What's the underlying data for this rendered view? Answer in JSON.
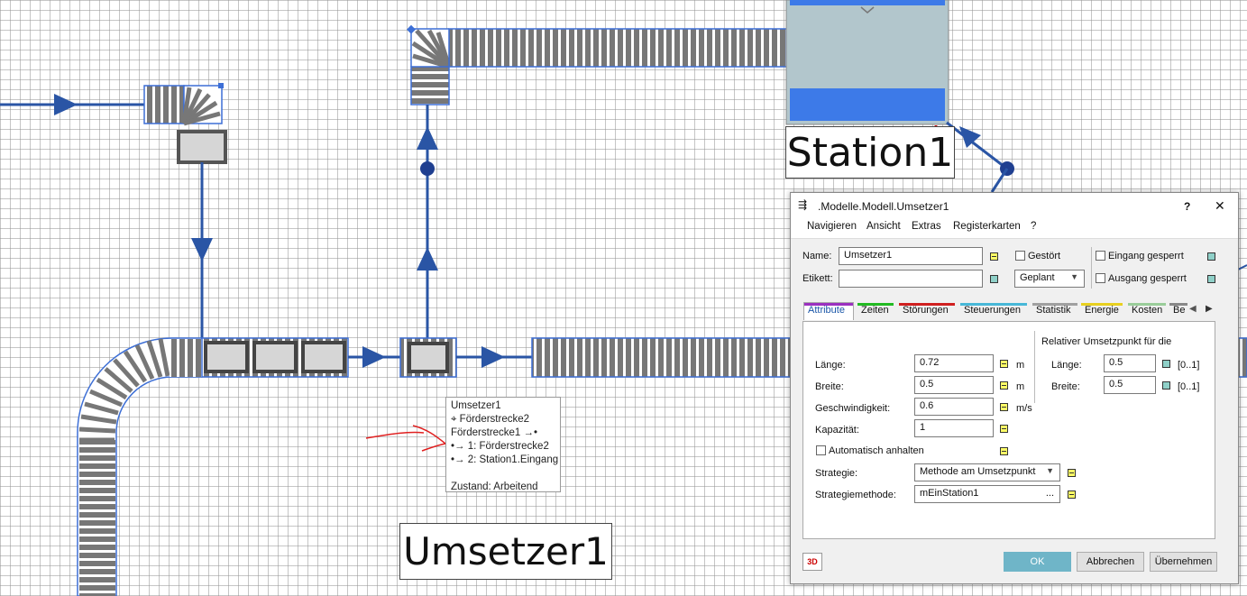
{
  "model": {
    "station_label": "Station1",
    "umsetzer_label": "Umsetzer1"
  },
  "tooltip": {
    "line1": "Umsetzer1",
    "line2": "⌖ Förderstrecke2",
    "line3": "Förderstrecke1 →•",
    "line4": "•→ 1: Förderstrecke2",
    "line5": "•→ 2: Station1.Eingang",
    "line6": "",
    "line7": "Zustand: Arbeitend"
  },
  "dialog": {
    "title_icon": "dialog-icon",
    "title": ".Modelle.Modell.Umsetzer1",
    "help": "?",
    "close": "✕",
    "menu": [
      "Navigieren",
      "Ansicht",
      "Extras",
      "Registerkarten",
      "?"
    ],
    "name_label": "Name:",
    "name_value": "Umsetzer1",
    "etikett_label": "Etikett:",
    "etikett_value": "",
    "gestoert": "Gestört",
    "geplant": "Geplant",
    "eingang_gesperrt": "Eingang gesperrt",
    "ausgang_gesperrt": "Ausgang gesperrt",
    "tabs": [
      "Attribute",
      "Zeiten",
      "Störungen",
      "Steuerungen",
      "Statistik",
      "Energie",
      "Kosten",
      "Be"
    ],
    "tab_colors": [
      "#9b30c0",
      "#22bb22",
      "#d02020",
      "#48b8d8",
      "#a0a0a0",
      "#e8d020",
      "#9acd9a",
      "#888888"
    ],
    "relativ_heading": "Relativer Umsetzpunkt für die",
    "laenge_label": "Länge:",
    "laenge_value": "0.72",
    "laenge_unit": "m",
    "breite_label": "Breite:",
    "breite_value": "0.5",
    "breite_unit": "m",
    "geschw_label": "Geschwindigkeit:",
    "geschw_value": "0.6",
    "geschw_unit": "m/s",
    "kap_label": "Kapazität:",
    "kap_value": "1",
    "auto_label": "Automatisch anhalten",
    "rel_laenge_label": "Länge:",
    "rel_laenge_value": "0.5",
    "rel_breite_label": "Breite:",
    "rel_breite_value": "0.5",
    "range": "[0..1]",
    "strategie_label": "Strategie:",
    "strategie_value": "Methode am Umsetzpunkt",
    "stratmethode_label": "Strategiemethode:",
    "stratmethode_value": "mEinStation1",
    "dots": "...",
    "btn_3d": "3D",
    "ok": "OK",
    "abbrechen": "Abbrechen",
    "uebernehmen": "Übernehmen"
  }
}
